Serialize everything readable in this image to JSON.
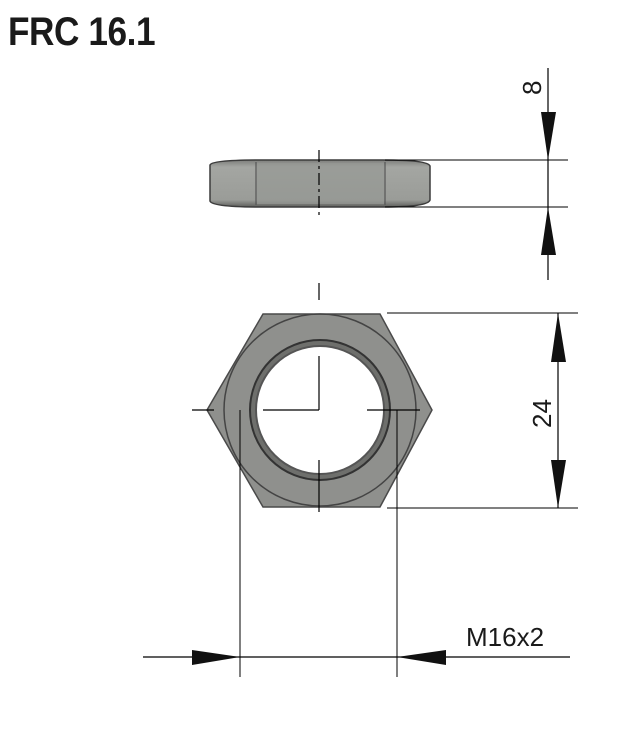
{
  "title": "FRC 16.1",
  "dimensions": {
    "thickness": "8",
    "across_flats": "24",
    "thread": "M16x2"
  },
  "colors": {
    "nut_fill": "#8f908d",
    "nut_face_light": "#a6a8a4",
    "nut_outline": "#4a4a4a",
    "line": "#000000",
    "background": "#ffffff"
  }
}
